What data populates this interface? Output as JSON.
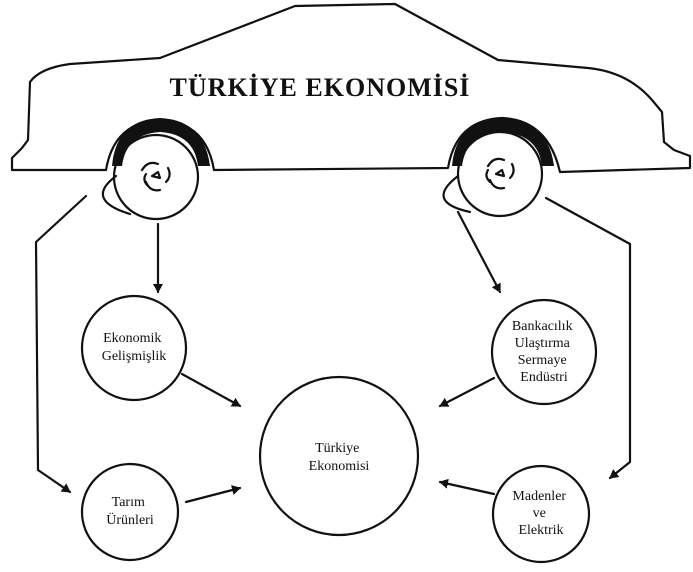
{
  "title": "TÜRKİYE EKONOMİSİ",
  "nodes": {
    "economic_development": [
      "Ekonomik",
      "Gelişmişlik"
    ],
    "agricultural_products": [
      "Tarım",
      "Ürünleri"
    ],
    "center": [
      "Türkiye",
      "Ekonomisi"
    ],
    "banking_group": [
      "Bankacılık",
      "Ulaştırma",
      "Sermaye",
      "Endüstri"
    ],
    "mining_group": [
      "Madenler",
      "ve",
      "Elektrik"
    ]
  },
  "colors": {
    "ink": "#111111",
    "background": "#ffffff",
    "tire": "#111111"
  }
}
